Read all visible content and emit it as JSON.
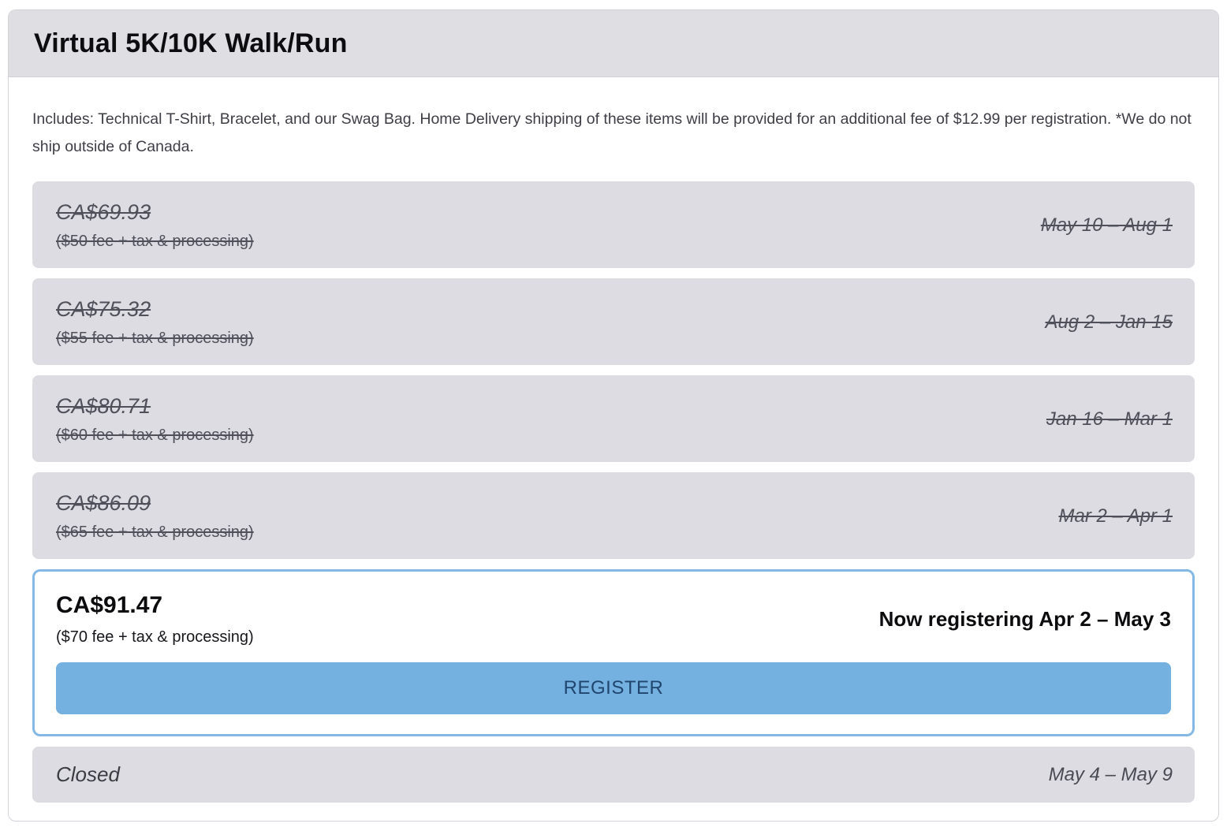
{
  "header": {
    "title": "Virtual 5K/10K Walk/Run"
  },
  "description": "Includes: Technical T-Shirt, Bracelet, and our Swag Bag. Home Delivery shipping of these items will be provided for an additional fee of $12.99 per registration. *We do not ship outside of Canada.",
  "expired_tiers": [
    {
      "price": "CA$69.93",
      "fee": "($50 fee + tax & processing)",
      "dates": "May 10 – Aug 1"
    },
    {
      "price": "CA$75.32",
      "fee": "($55 fee + tax & processing)",
      "dates": "Aug 2 – Jan 15"
    },
    {
      "price": "CA$80.71",
      "fee": "($60 fee + tax & processing)",
      "dates": "Jan 16 – Mar 1"
    },
    {
      "price": "CA$86.09",
      "fee": "($65 fee + tax & processing)",
      "dates": "Mar 2 – Apr 1"
    }
  ],
  "active_tier": {
    "price": "CA$91.47",
    "fee": "($70 fee + tax & processing)",
    "status": "Now registering Apr 2 – May 3",
    "register_label": "REGISTER"
  },
  "closed_tier": {
    "label": "Closed",
    "dates": "May 4 – May 9"
  },
  "colors": {
    "tile_background": "#dcdce2",
    "muted_text": "#50505b",
    "active_border": "#85b8e5",
    "button_background": "#74b1e0",
    "button_text": "#20456e",
    "header_background": "#dedee3"
  }
}
